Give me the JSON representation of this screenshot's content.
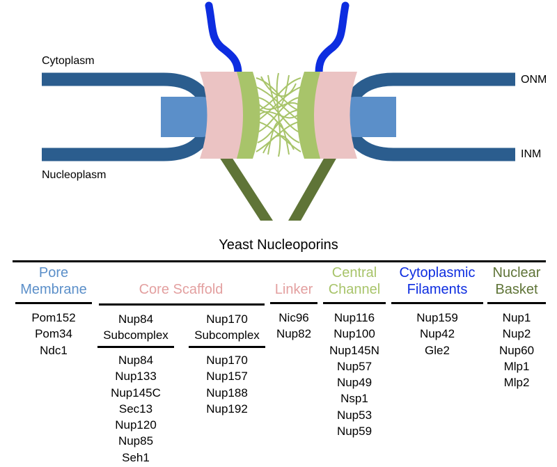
{
  "labels": {
    "cytoplasm": "Cytoplasm",
    "nucleoplasm": "Nucleoplasm",
    "onm": "ONM",
    "inm": "INM"
  },
  "title": "Yeast Nucleoporins",
  "colors": {
    "membrane": "#2b5d8e",
    "pore_membrane": "#5b8fc9",
    "core_scaffold": "#ebc3c3",
    "linker": "#e3a0a0",
    "central_channel": "#a8c46a",
    "cytoplasmic_filaments": "#0d2de0",
    "nuclear_basket": "#5f7437"
  },
  "table": {
    "pore_membrane": {
      "header": [
        "Pore",
        "Membrane"
      ],
      "items": [
        "Pom152",
        "Pom34",
        "Ndc1"
      ]
    },
    "core_scaffold": {
      "header": "Core Scaffold",
      "nup84": {
        "subheader": [
          "Nup84",
          "Subcomplex"
        ],
        "items": [
          "Nup84",
          "Nup133",
          "Nup145C",
          "Sec13",
          "Nup120",
          "Nup85",
          "Seh1"
        ]
      },
      "nup170": {
        "subheader": [
          "Nup170",
          "Subcomplex"
        ],
        "items": [
          "Nup170",
          "Nup157",
          "Nup188",
          "Nup192"
        ]
      }
    },
    "linker": {
      "header": "Linker",
      "items": [
        "Nic96",
        "Nup82"
      ]
    },
    "central_channel": {
      "header": [
        "Central",
        "Channel"
      ],
      "items": [
        "Nup116",
        "Nup100",
        "Nup145N",
        "Nup57",
        "Nup49",
        "Nsp1",
        "Nup53",
        "Nup59"
      ]
    },
    "cytoplasmic_filaments": {
      "header": [
        "Cytoplasmic",
        "Filaments"
      ],
      "items": [
        "Nup159",
        "Nup42",
        "Gle2"
      ]
    },
    "nuclear_basket": {
      "header": [
        "Nuclear",
        "Basket"
      ],
      "items": [
        "Nup1",
        "Nup2",
        "Nup60",
        "Mlp1",
        "Mlp2"
      ]
    }
  }
}
